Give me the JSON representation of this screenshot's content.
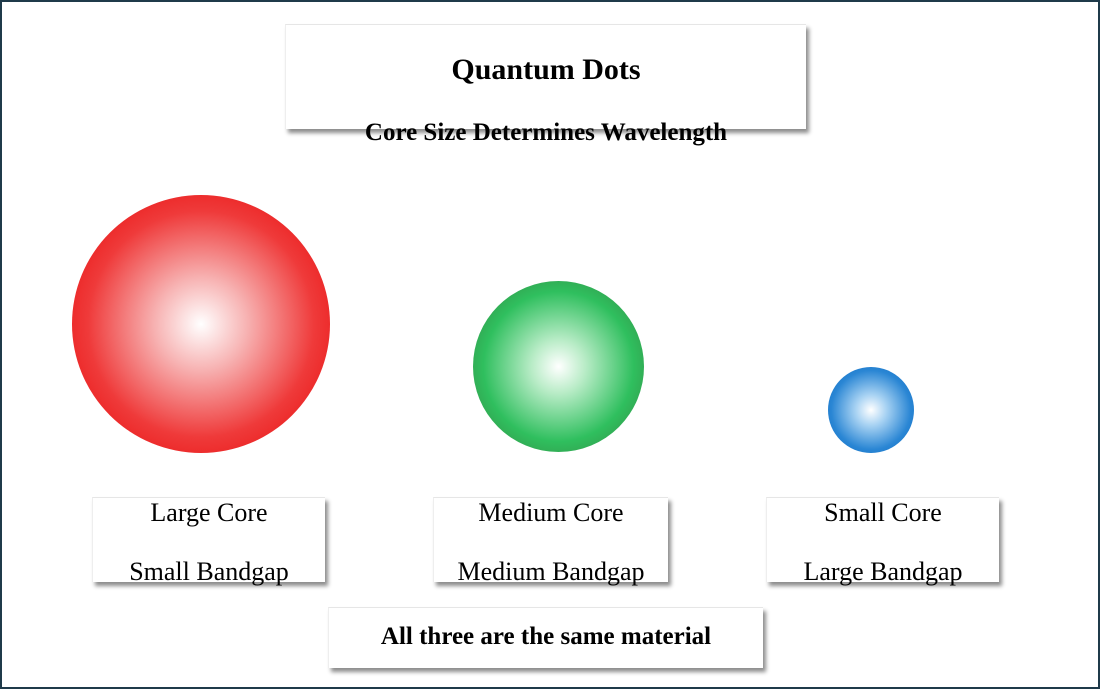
{
  "title": "Quantum Dots",
  "subtitle": "Core Size Determines Wavelength",
  "dots": [
    {
      "core": "Large Core",
      "bandgap": "Small Bandgap",
      "color": "#e60000"
    },
    {
      "core": "Medium Core",
      "bandgap": "Medium Bandgap",
      "color": "#2fbf5e"
    },
    {
      "core": "Small Core",
      "bandgap": "Large Bandgap",
      "color": "#0a68c0"
    }
  ],
  "footer": "All three are the same material",
  "colors": {
    "frame_border": "#1f3a4a",
    "background": "#ffffff"
  }
}
